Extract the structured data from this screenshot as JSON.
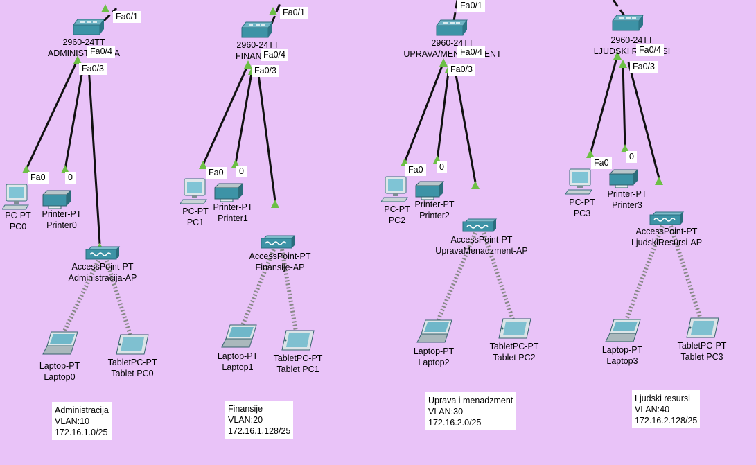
{
  "colors": {
    "canvas_bg": "#e9c3f8",
    "link_wired": "#111111",
    "link_up_triangle": "#6cbf45",
    "device_teal": "#3d93a6",
    "label_bg": "#ffffff"
  },
  "groups": [
    {
      "switch": {
        "model": "2960-24TT",
        "name": "ADMINISTRACIJA",
        "up_port": "Fa0/1",
        "port_a": "Fa0/4",
        "port_b": "Fa0/3"
      },
      "pc": {
        "model": "PC-PT",
        "name": "PC0",
        "port": "Fa0"
      },
      "printer": {
        "model": "Printer-PT",
        "name": "Printer0",
        "port": "0"
      },
      "ap": {
        "model": "AccessPoint-PT",
        "name": "Administracija-AP"
      },
      "laptop": {
        "model": "Laptop-PT",
        "name": "Laptop0"
      },
      "tablet": {
        "model": "TabletPC-PT",
        "name": "Tablet PC0"
      },
      "note": [
        "Administracija",
        "VLAN:10",
        "172.16.1.0/25"
      ]
    },
    {
      "switch": {
        "model": "2960-24TT",
        "name": "FINANSIJE",
        "up_port": "Fa0/1",
        "port_a": "Fa0/4",
        "port_b": "Fa0/3"
      },
      "pc": {
        "model": "PC-PT",
        "name": "PC1",
        "port": "Fa0"
      },
      "printer": {
        "model": "Printer-PT",
        "name": "Printer1",
        "port": "0"
      },
      "ap": {
        "model": "AccessPoint-PT",
        "name": "Finansije-AP"
      },
      "laptop": {
        "model": "Laptop-PT",
        "name": "Laptop1"
      },
      "tablet": {
        "model": "TabletPC-PT",
        "name": "Tablet PC1"
      },
      "note": [
        "Finansije",
        "VLAN:20",
        "172.16.1.128/25"
      ]
    },
    {
      "switch": {
        "model": "2960-24TT",
        "name": "UPRAVA/MENADZMENT",
        "up_port": "Fa0/1",
        "port_a": "Fa0/4",
        "port_b": "Fa0/3"
      },
      "pc": {
        "model": "PC-PT",
        "name": "PC2",
        "port": "Fa0"
      },
      "printer": {
        "model": "Printer-PT",
        "name": "Printer2",
        "port": "0"
      },
      "ap": {
        "model": "AccessPoint-PT",
        "name": "UpravaMenadzment-AP"
      },
      "laptop": {
        "model": "Laptop-PT",
        "name": "Laptop2"
      },
      "tablet": {
        "model": "TabletPC-PT",
        "name": "Tablet PC2"
      },
      "note": [
        "Uprava i menadzment",
        "VLAN:30",
        "172.16.2.0/25"
      ]
    },
    {
      "switch": {
        "model": "2960-24TT",
        "name": "LJUDSKI RESURSI",
        "up_port": "Fa0/1",
        "port_a": "Fa0/4",
        "port_b": "Fa0/3"
      },
      "pc": {
        "model": "PC-PT",
        "name": "PC3",
        "port": "Fa0"
      },
      "printer": {
        "model": "Printer-PT",
        "name": "Printer3",
        "port": "0"
      },
      "ap": {
        "model": "AccessPoint-PT",
        "name": "LjudskiResursi-AP"
      },
      "laptop": {
        "model": "Laptop-PT",
        "name": "Laptop3"
      },
      "tablet": {
        "model": "TabletPC-PT",
        "name": "Tablet PC3"
      },
      "note": [
        "Ljudski resursi",
        "VLAN:40",
        "172.16.2.128/25"
      ]
    }
  ]
}
